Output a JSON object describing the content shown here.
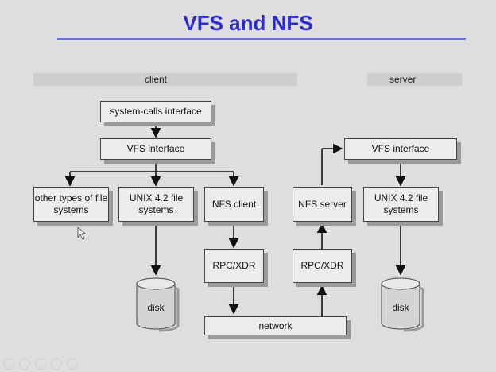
{
  "slide": {
    "title": "VFS and NFS",
    "client_label": "client",
    "server_label": "server"
  },
  "client": {
    "syscalls": "system-calls interface",
    "vfs": "VFS interface",
    "other_fs": "other types of file systems",
    "unix_fs": "UNIX 4.2 file systems",
    "nfs_client": "NFS client",
    "rpc": "RPC/XDR",
    "disk": "disk"
  },
  "server": {
    "vfs": "VFS interface",
    "unix_fs": "UNIX 4.2 file systems",
    "nfs_server": "NFS server",
    "rpc": "RPC/XDR",
    "disk": "disk"
  },
  "network": {
    "label": "network"
  },
  "icons": [
    "cursor-icon",
    "nav-back-icon",
    "nav-forward-icon",
    "pen-icon",
    "zoom-icon",
    "menu-icon"
  ]
}
